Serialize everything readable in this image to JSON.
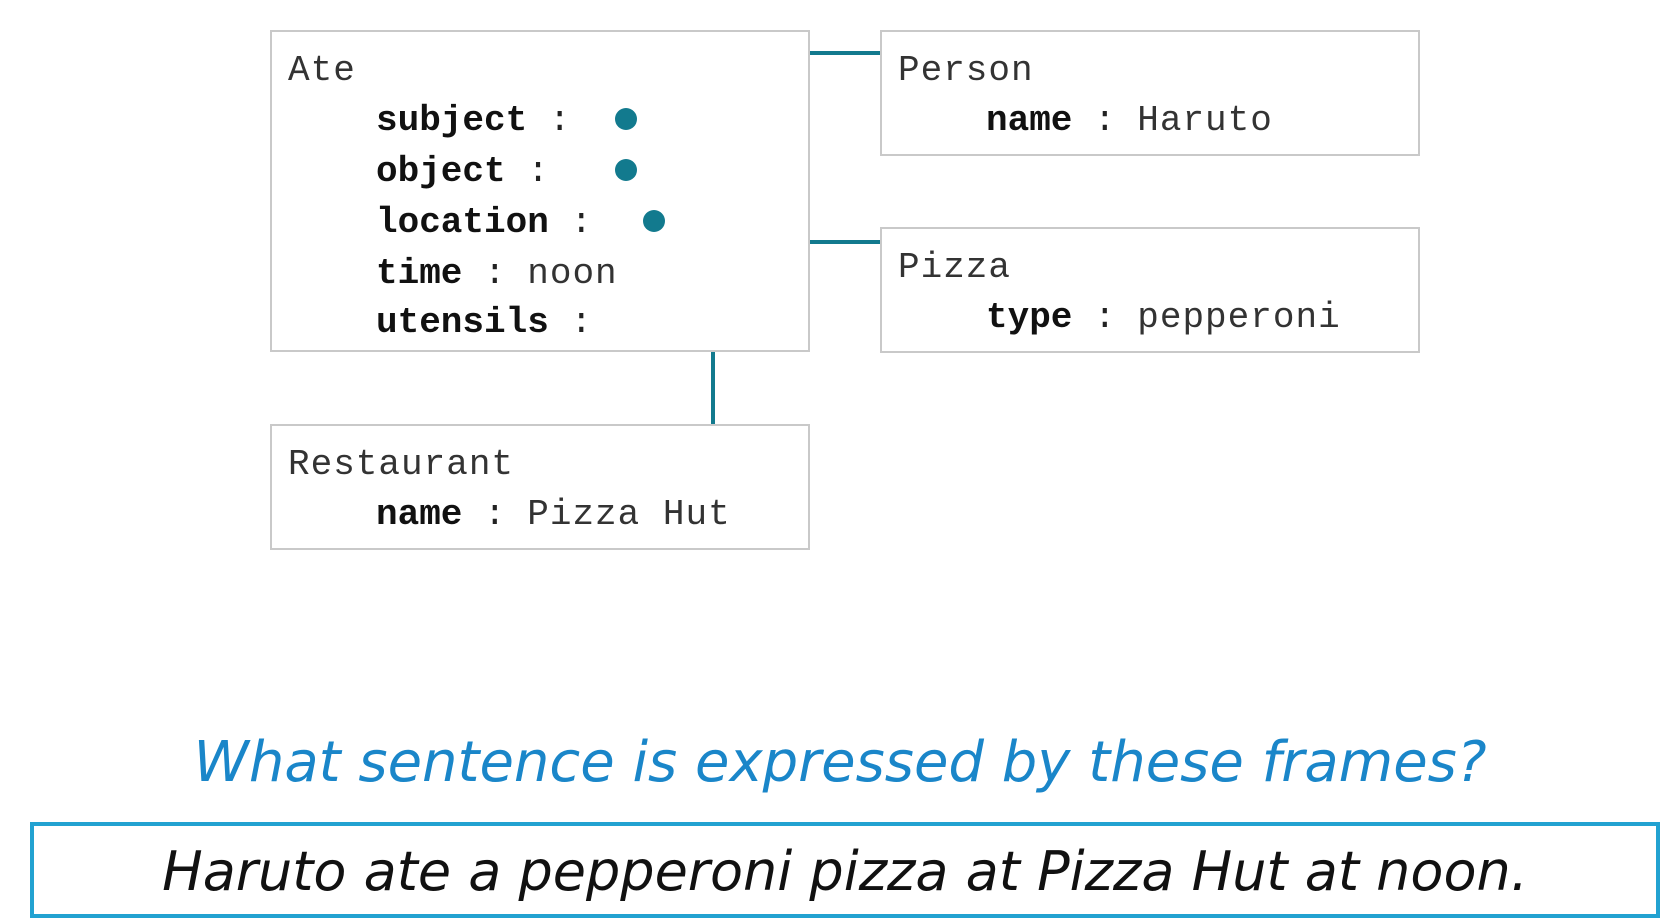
{
  "frames": {
    "ate": {
      "title": "Ate",
      "slots": [
        {
          "key": "subject",
          "sep": ":",
          "value": ""
        },
        {
          "key": "object",
          "sep": ":",
          "value": ""
        },
        {
          "key": "location",
          "sep": ":",
          "value": ""
        },
        {
          "key": "time",
          "sep": ":",
          "value": "noon"
        },
        {
          "key": "utensils",
          "sep": ":",
          "value": ""
        }
      ]
    },
    "person": {
      "title": "Person",
      "slots": [
        {
          "key": "name",
          "sep": ":",
          "value": "Haruto"
        }
      ]
    },
    "pizza": {
      "title": "Pizza",
      "slots": [
        {
          "key": "type",
          "sep": ":",
          "value": "pepperoni"
        }
      ]
    },
    "restaurant": {
      "title": "Restaurant",
      "slots": [
        {
          "key": "name",
          "sep": ":",
          "value": "Pizza Hut"
        }
      ]
    }
  },
  "question": "What sentence is expressed by these frames?",
  "answer": "Haruto ate a pepperoni pizza at Pizza Hut at noon.",
  "colors": {
    "link": "#127a8e",
    "question": "#1a86c9",
    "answer_border": "#22a2d1",
    "frame_border": "#c9c9c9"
  }
}
